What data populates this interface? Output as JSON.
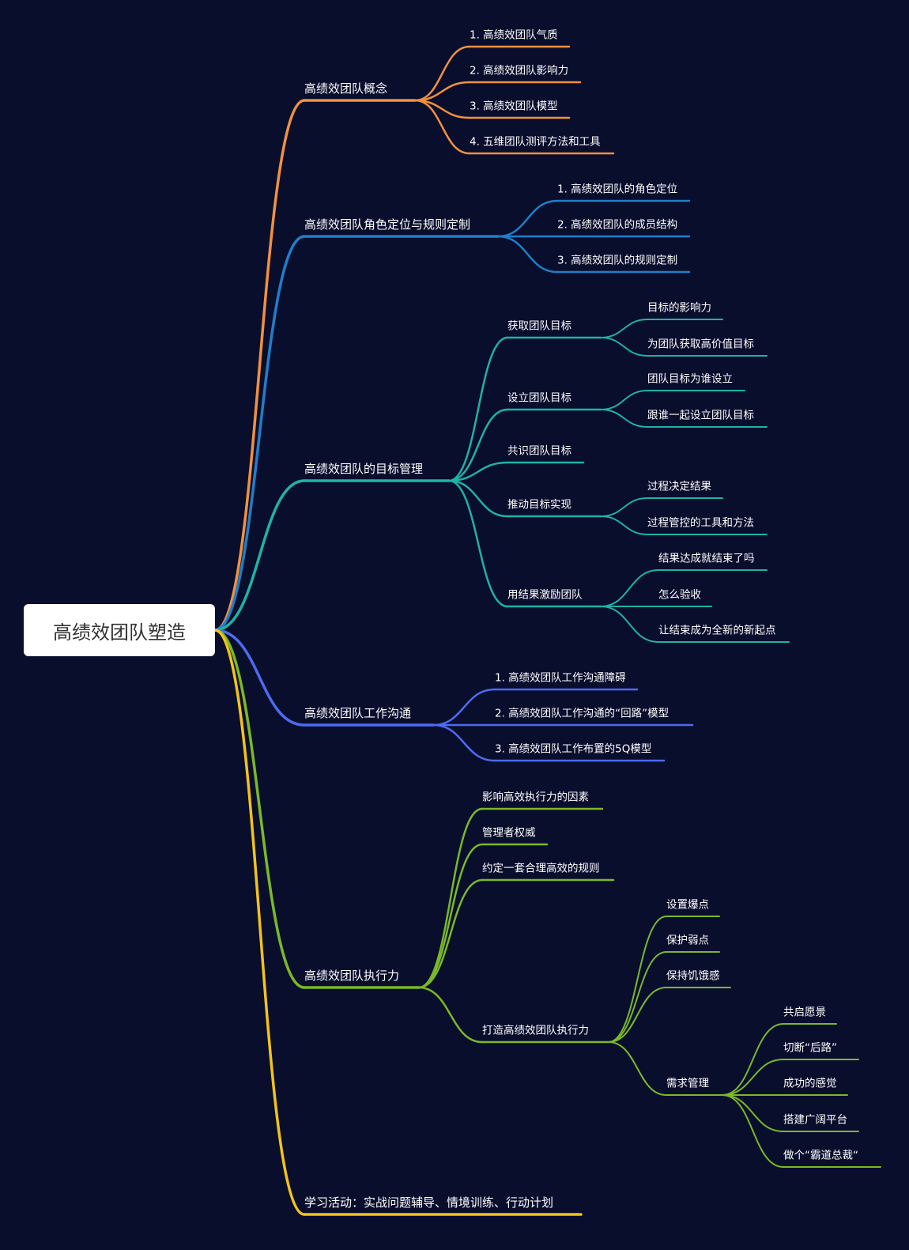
{
  "root": {
    "label": "高绩效团队塑造"
  },
  "colors": {
    "background": "#0a0e2d",
    "root_fill": "#ffffff",
    "root_text": "#333333",
    "text": "#ffffff",
    "branch_concept": "#f0913f",
    "branch_roles": "#1f7fc9",
    "branch_goals": "#1fb2a5",
    "branch_comm": "#4d6bf0",
    "branch_exec": "#7ab927",
    "branch_learning": "#f2c31a"
  },
  "branches": [
    {
      "label": "高绩效团队概念",
      "color_key": "branch_concept",
      "children": [
        {
          "label": "1. 高绩效团队气质"
        },
        {
          "label": "2. 高绩效团队影响力"
        },
        {
          "label": "3. 高绩效团队模型"
        },
        {
          "label": "4. 五维团队测评方法和工具"
        }
      ]
    },
    {
      "label": "高绩效团队角色定位与规则定制",
      "color_key": "branch_roles",
      "children": [
        {
          "label": "1. 高绩效团队的角色定位"
        },
        {
          "label": "2. 高绩效团队的成员结构"
        },
        {
          "label": "3. 高绩效团队的规则定制"
        }
      ]
    },
    {
      "label": "高绩效团队的目标管理",
      "color_key": "branch_goals",
      "children": [
        {
          "label": "获取团队目标",
          "children": [
            {
              "label": "目标的影响力"
            },
            {
              "label": "为团队获取高价值目标"
            }
          ]
        },
        {
          "label": "设立团队目标",
          "children": [
            {
              "label": "团队目标为谁设立"
            },
            {
              "label": "跟谁一起设立团队目标"
            }
          ]
        },
        {
          "label": "共识团队目标"
        },
        {
          "label": "推动目标实现",
          "children": [
            {
              "label": "过程决定结果"
            },
            {
              "label": "过程管控的工具和方法"
            }
          ]
        },
        {
          "label": "用结果激励团队",
          "children": [
            {
              "label": "结果达成就结束了吗"
            },
            {
              "label": "怎么验收"
            },
            {
              "label": "让结束成为全新的新起点"
            }
          ]
        }
      ]
    },
    {
      "label": "高绩效团队工作沟通",
      "color_key": "branch_comm",
      "children": [
        {
          "label": "1. 高绩效团队工作沟通障碍"
        },
        {
          "label": "2. 高绩效团队工作沟通的“回路”模型"
        },
        {
          "label": "3. 高绩效团队工作布置的5Q模型"
        }
      ]
    },
    {
      "label": "高绩效团队执行力",
      "color_key": "branch_exec",
      "children": [
        {
          "label": "影响高效执行力的因素"
        },
        {
          "label": "管理者权威"
        },
        {
          "label": "约定一套合理高效的规则"
        },
        {
          "label": "打造高绩效团队执行力",
          "children": [
            {
              "label": "设置爆点"
            },
            {
              "label": "保护弱点"
            },
            {
              "label": "保持饥饿感"
            },
            {
              "label": "需求管理",
              "children": [
                {
                  "label": "共启愿景"
                },
                {
                  "label": "切断“后路”"
                },
                {
                  "label": "成功的感觉"
                },
                {
                  "label": "搭建广阔平台"
                },
                {
                  "label": "做个“霸道总裁“"
                }
              ]
            }
          ]
        }
      ]
    },
    {
      "label": "学习活动：实战问题辅导、情境训练、行动计划",
      "color_key": "branch_learning"
    }
  ]
}
